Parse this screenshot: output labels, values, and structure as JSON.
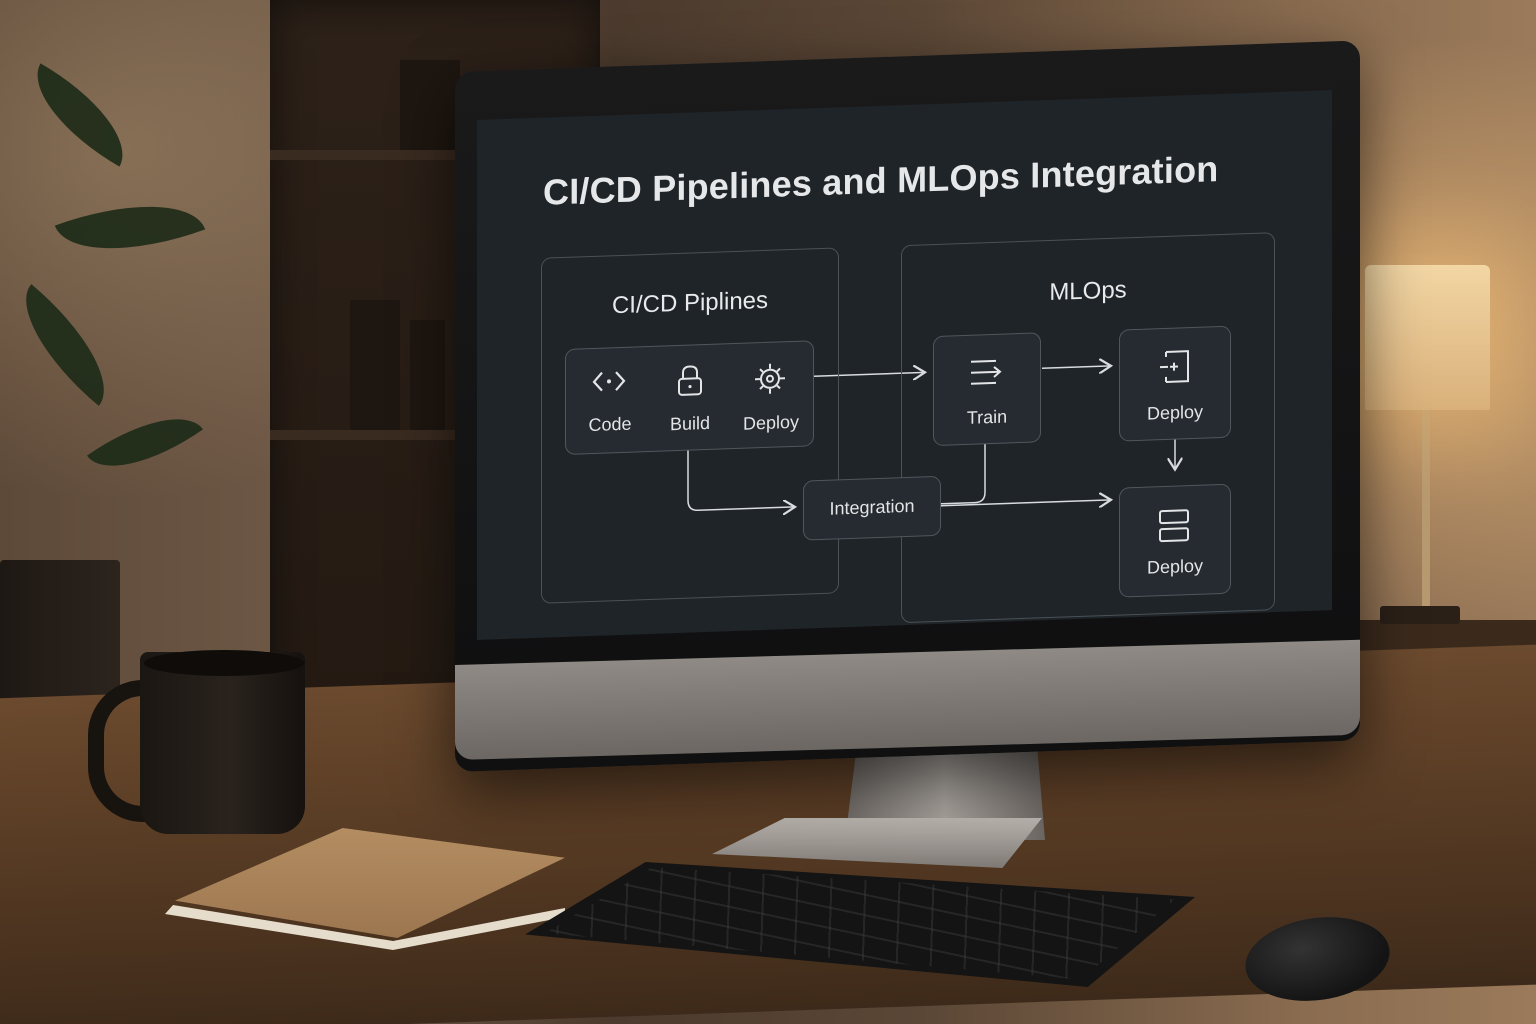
{
  "screen": {
    "title": "CI/CD Pipelines and MLOps Integration",
    "cicd_panel": {
      "title": "CI/CD Piplines",
      "steps": [
        {
          "label": "Code",
          "icon": "code-icon"
        },
        {
          "label": "Build",
          "icon": "lock-icon"
        },
        {
          "label": "Deploy",
          "icon": "gear-icon"
        }
      ]
    },
    "mlops_panel": {
      "title": "MLOps",
      "train": {
        "label": "Train",
        "icon": "lines-arrow-icon"
      },
      "deploy_top": {
        "label": "Deploy",
        "icon": "square-plus-icon"
      },
      "deploy_bottom": {
        "label": "Deploy",
        "icon": "server-icon"
      }
    },
    "integration": {
      "label": "Integration"
    }
  },
  "colors": {
    "screen_bg": "#1f2428",
    "panel_border": "#4a5157",
    "text": "#e6e7e8",
    "wire": "#d9dcde"
  }
}
